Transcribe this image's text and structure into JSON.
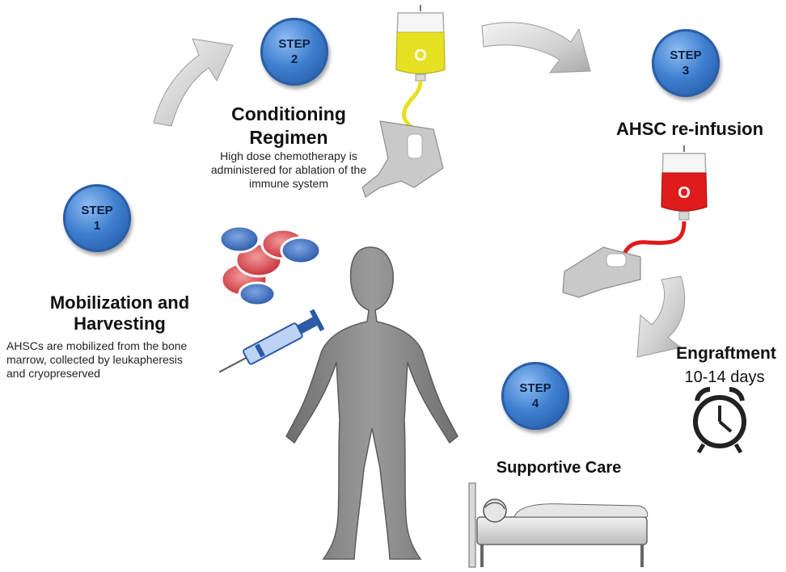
{
  "steps": [
    {
      "word": "STEP",
      "num": "1"
    },
    {
      "word": "STEP",
      "num": "2"
    },
    {
      "word": "STEP",
      "num": "3"
    },
    {
      "word": "STEP",
      "num": "4"
    }
  ],
  "mobilization": {
    "title_line1": "Mobilization and",
    "title_line2": "Harvesting",
    "desc_line1": "AHSCs are mobilized from the bone",
    "desc_line2": "marrow, collected by leukapheresis",
    "desc_line3": "and cryopreserved"
  },
  "conditioning": {
    "title_line1": "Conditioning",
    "title_line2": "Regimen",
    "desc_line1": "High dose chemotherapy is",
    "desc_line2": "administered for ablation of the",
    "desc_line3": "immune system"
  },
  "reinfusion": {
    "title": "AHSC re-infusion"
  },
  "engraftment": {
    "title": "Engraftment",
    "duration": "10-14 days"
  },
  "supportive": {
    "title": "Supportive Care"
  },
  "bags": {
    "chemo_label": "O",
    "blood_label": "O"
  },
  "colors": {
    "badge_blue": "#3f7fd0",
    "chemo_yellow": "#e6e023",
    "blood_red": "#e01b1b",
    "cell_blue": "#3c6fc0",
    "cell_red": "#e0555a",
    "body_gray": "#8a8a8a",
    "arrow_gray": "#cfcfcf"
  },
  "icons": [
    "curved-arrow-icon",
    "iv-bag-icon",
    "arm-icon",
    "syringe-icon",
    "alarm-clock-icon",
    "hospital-bed-icon",
    "human-body-icon",
    "blood-cell-icon"
  ]
}
